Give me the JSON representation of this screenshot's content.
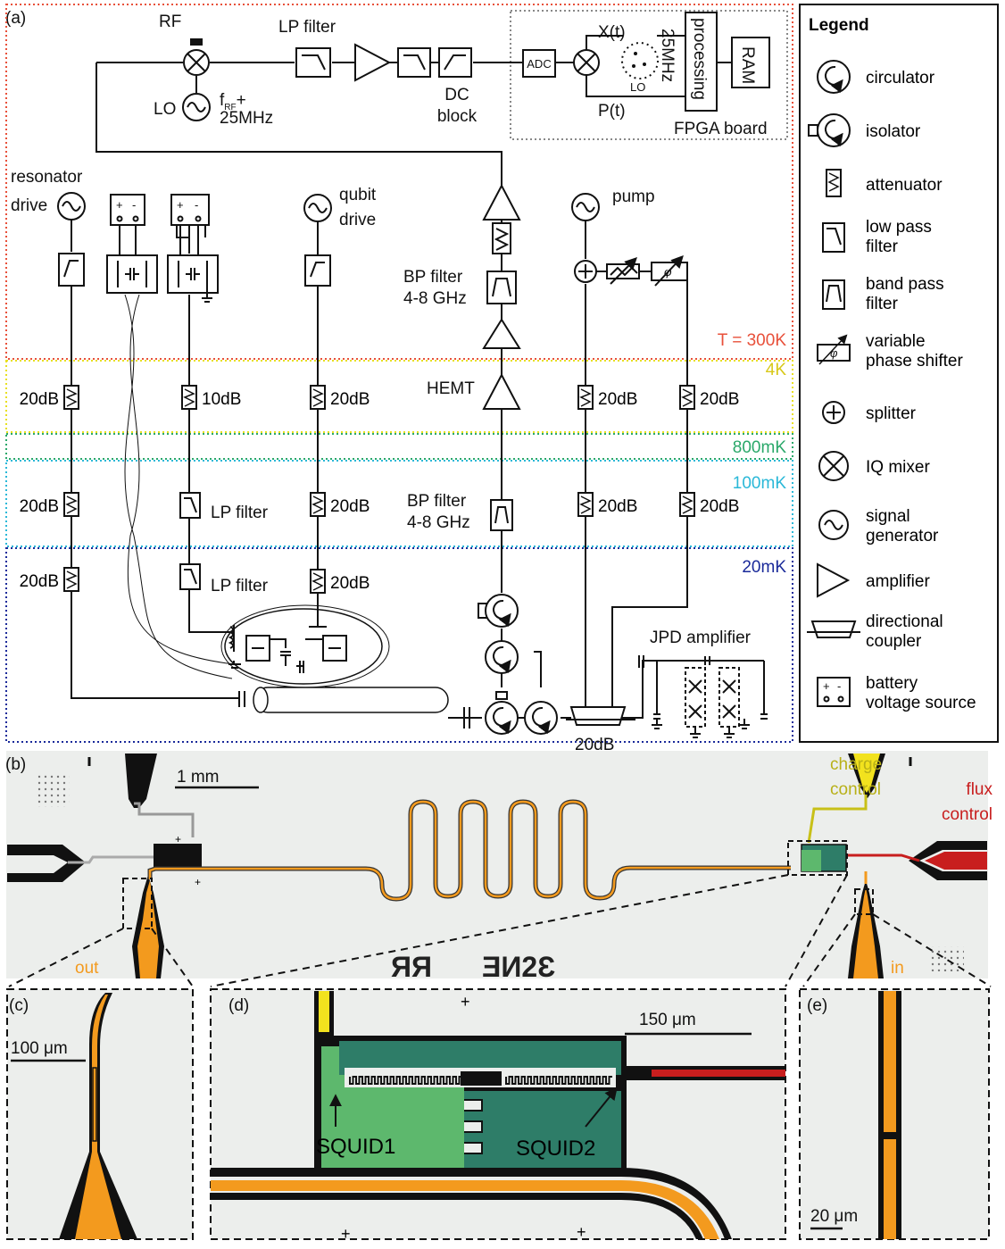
{
  "panel_labels": {
    "a": "(a)",
    "b": "(b)",
    "c": "(c)",
    "d": "(d)",
    "e": "(e)"
  },
  "colors": {
    "t300": "#e8503a",
    "t4k": "#e8e020",
    "t800": "#2aa86a",
    "t100": "#2ab8d8",
    "t20": "#1a2a9a",
    "orange": "#f39a1e",
    "green_light": "#5db86d",
    "green_dark": "#2e7d68",
    "red": "#c81e1e",
    "yellow": "#f2e21e"
  },
  "top_chain": {
    "rf": "RF",
    "lo": "LO",
    "lo_freq_a": "f",
    "lo_freq_sub": "RF",
    "lo_freq_b": "+",
    "lo_freq_c": "25MHz",
    "lp_filter": "LP filter",
    "dc_block_1": "DC",
    "dc_block_2": "block",
    "adc": "ADC",
    "xt": "X(t)",
    "pt": "P(t)",
    "fpga_lo": "LO",
    "fpga_freq": "25MHz",
    "processing": "processing",
    "ram": "RAM",
    "fpga_board": "FPGA board"
  },
  "sources": {
    "resonator_drive_1": "resonator",
    "resonator_drive_2": "drive",
    "qubit_drive_1": "qubit",
    "qubit_drive_2": "drive",
    "pump": "pump",
    "battery_plus": "+",
    "battery_minus": "-"
  },
  "output_line": {
    "bp_filter_1": "BP filter",
    "bp_filter_2": "4-8 GHz",
    "hemt": "HEMT",
    "bp_filter_low_1": "BP filter",
    "bp_filter_low_2": "4-8 GHz",
    "coupler_atten": "20dB",
    "jpd": "JPD amplifier"
  },
  "temperatures": {
    "t300": "T = 300K",
    "t4k": "4K",
    "t800": "800mK",
    "t100": "100mK",
    "t20": "20mK"
  },
  "attenuations": {
    "res_4k": "20dB",
    "res_100": "20dB",
    "res_20": "20dB",
    "flux_4k": "10dB",
    "flux_100": "LP filter",
    "flux_20": "LP filter",
    "qubit_4k": "20dB",
    "qubit_100": "20dB",
    "qubit_20": "20dB",
    "pump_4k": "20dB",
    "pump_100": "20dB",
    "ref_4k": "20dB",
    "ref_100": "20dB"
  },
  "legend": {
    "title": "Legend",
    "items": [
      {
        "label_1": "circulator",
        "label_2": "",
        "icon": "circulator-icon"
      },
      {
        "label_1": "isolator",
        "label_2": "",
        "icon": "isolator-icon"
      },
      {
        "label_1": "attenuator",
        "label_2": "",
        "icon": "attenuator-icon"
      },
      {
        "label_1": "low pass",
        "label_2": "filter",
        "icon": "low-pass-filter-icon"
      },
      {
        "label_1": "band pass",
        "label_2": "filter",
        "icon": "band-pass-filter-icon"
      },
      {
        "label_1": "variable",
        "label_2": "phase shifter",
        "icon": "phase-shifter-icon"
      },
      {
        "label_1": "splitter",
        "label_2": "",
        "icon": "splitter-icon"
      },
      {
        "label_1": "IQ mixer",
        "label_2": "",
        "icon": "iq-mixer-icon"
      },
      {
        "label_1": "signal",
        "label_2": "generator",
        "icon": "signal-generator-icon"
      },
      {
        "label_1": "amplifier",
        "label_2": "",
        "icon": "amplifier-icon"
      },
      {
        "label_1": "directional",
        "label_2": "coupler",
        "icon": "directional-coupler-icon"
      },
      {
        "label_1": "battery",
        "label_2": "voltage source",
        "icon": "battery-icon"
      }
    ]
  },
  "chip": {
    "scale_b": "1 mm",
    "charge_1": "charge",
    "charge_2": "control",
    "flux_1": "flux",
    "flux_2": "control",
    "out": "out",
    "in": "in",
    "chip_text_1": "ЯЯ",
    "chip_text_2": "ƎИ2Ɛ",
    "scale_c": "100 μm",
    "scale_d": "150 μm",
    "scale_e": "20 μm",
    "squid1": "SQUID1",
    "squid2": "SQUID2"
  }
}
